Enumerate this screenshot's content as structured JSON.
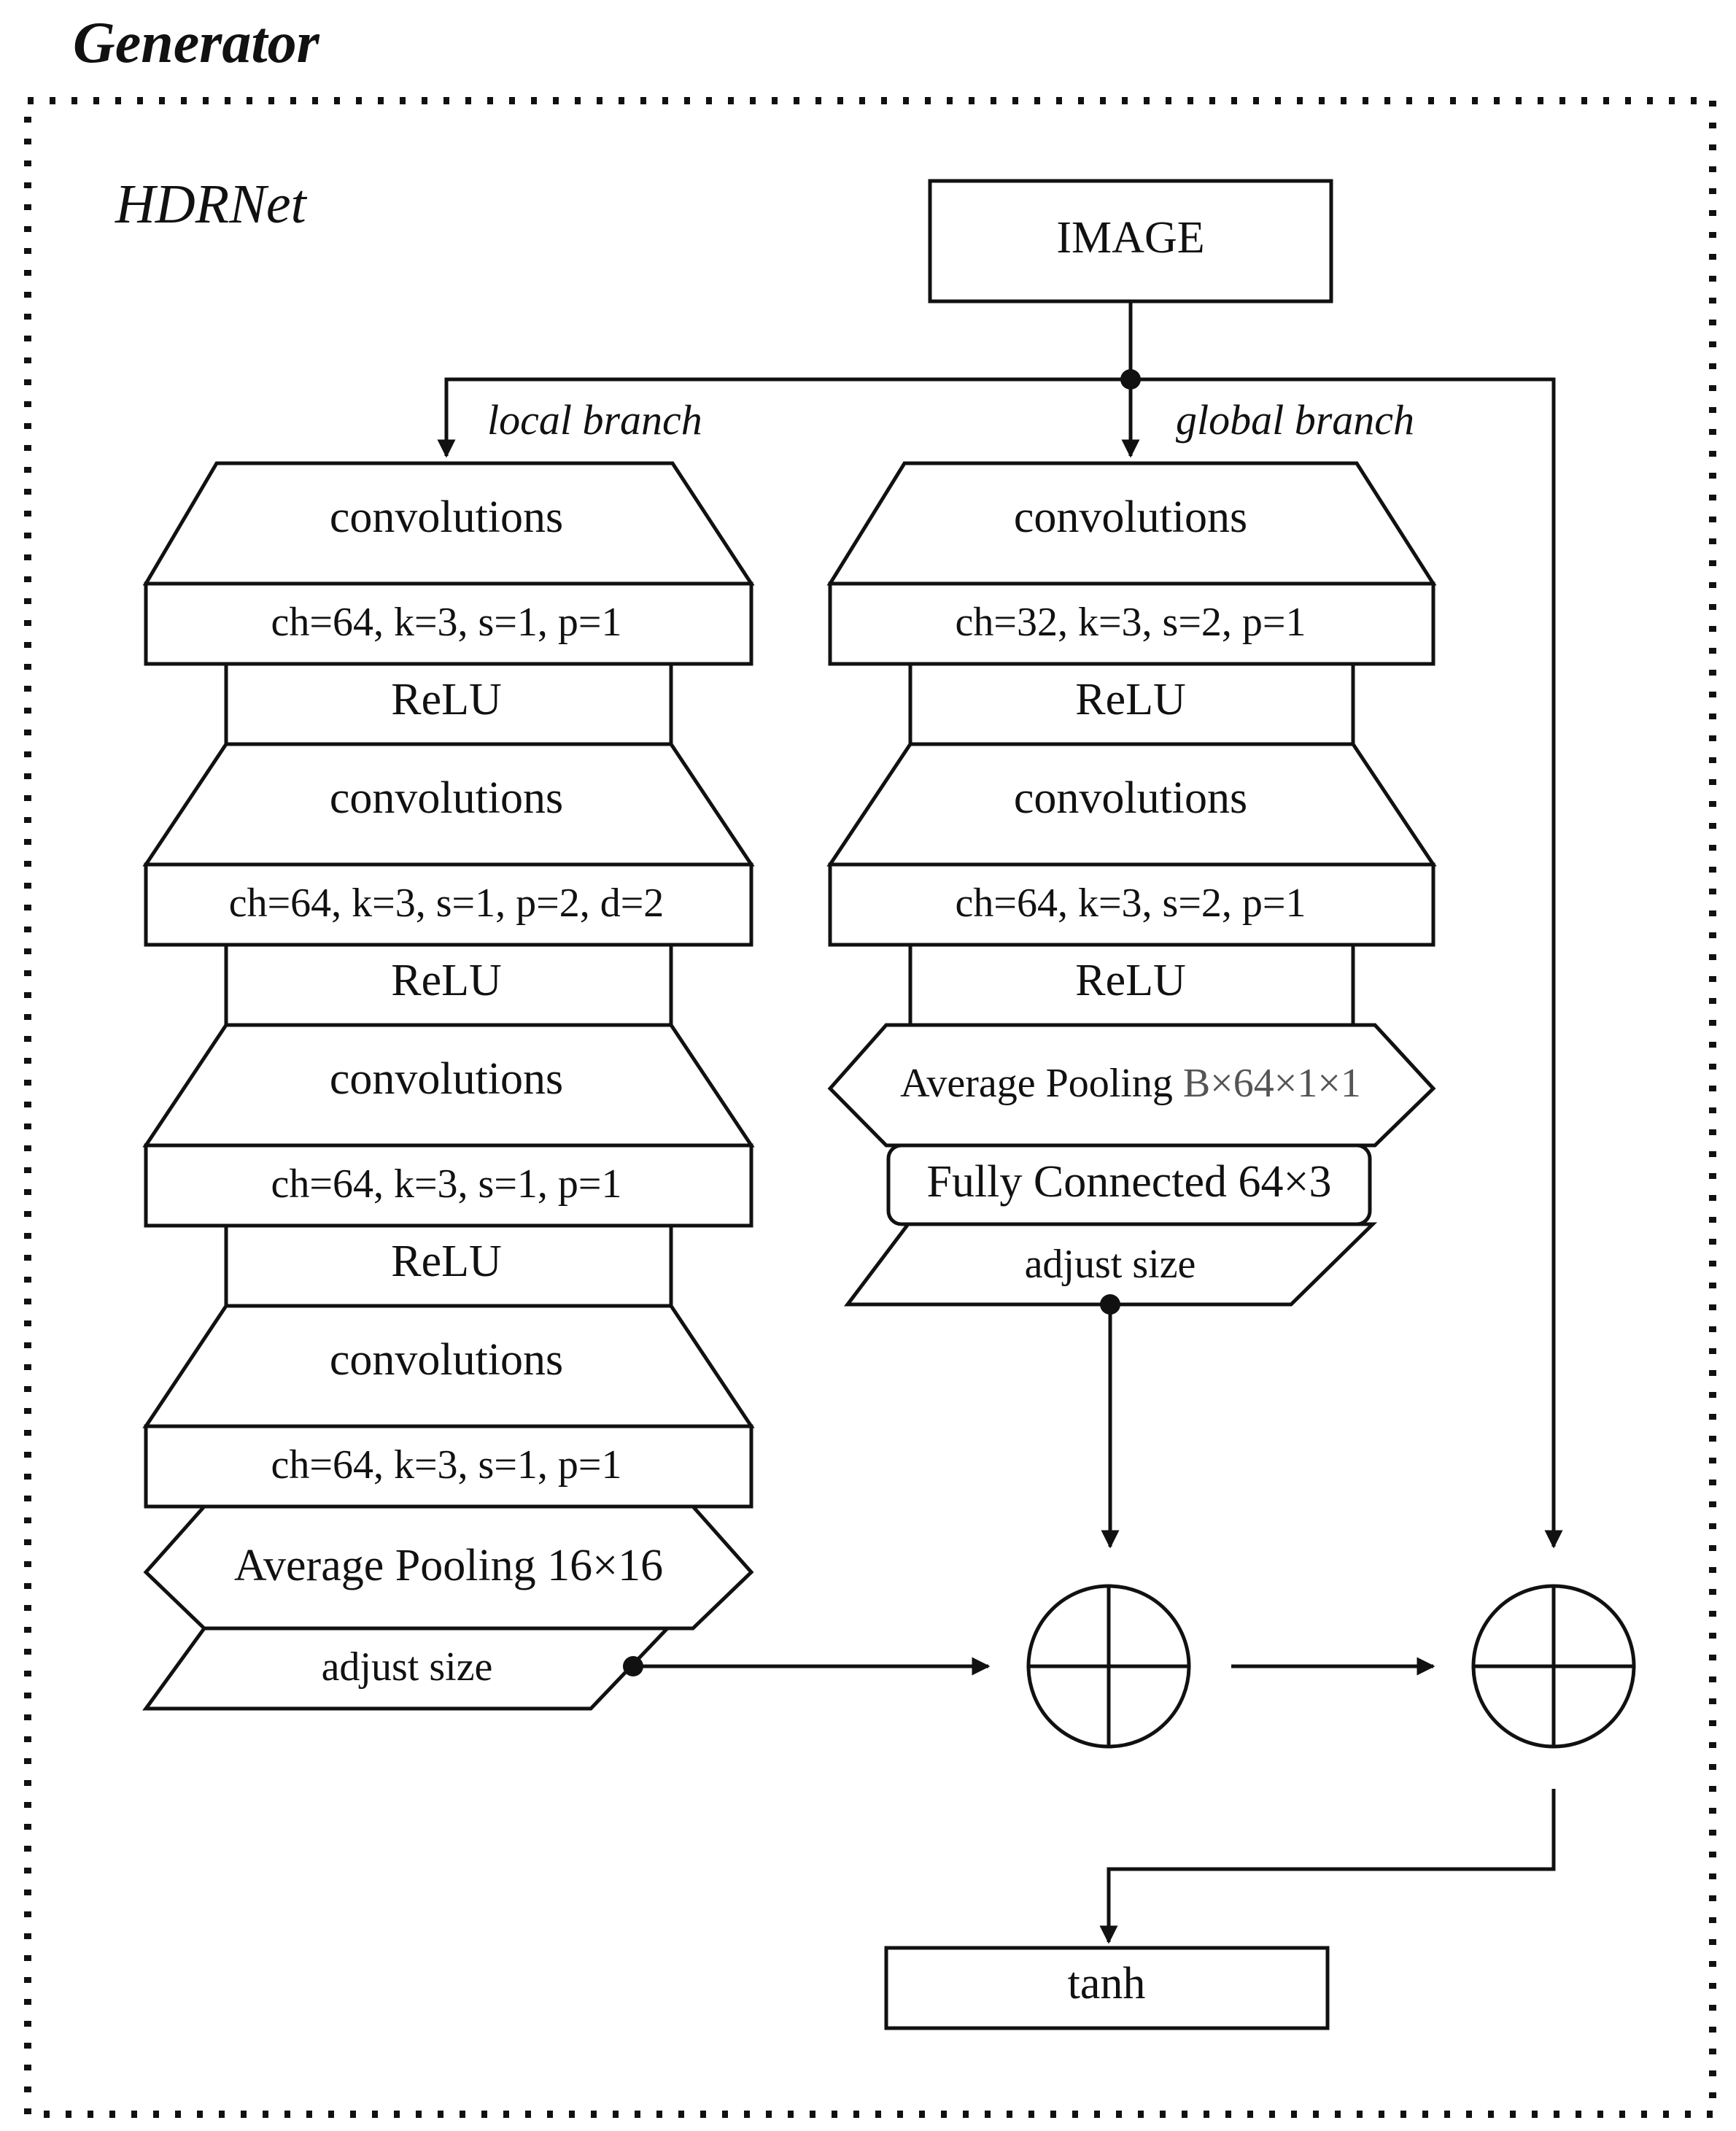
{
  "title": "Generator",
  "subtitle": "HDRNet",
  "input": "IMAGE",
  "output": "tanh",
  "local_branch": {
    "label": "local branch",
    "layers": [
      {
        "op": "convolutions",
        "params": "ch=64, k=3, s=1, p=1",
        "act": "ReLU"
      },
      {
        "op": "convolutions",
        "params": "ch=64, k=3, s=1, p=2, d=2",
        "act": "ReLU"
      },
      {
        "op": "convolutions",
        "params": "ch=64, k=3, s=1, p=1",
        "act": "ReLU"
      },
      {
        "op": "convolutions",
        "params": "ch=64, k=3, s=1, p=1",
        "act": ""
      }
    ],
    "pool": "Average Pooling 16×16",
    "adjust": "adjust size"
  },
  "global_branch": {
    "label": "global branch",
    "layers": [
      {
        "op": "convolutions",
        "params": "ch=32, k=3, s=2, p=1",
        "act": "ReLU"
      },
      {
        "op": "convolutions",
        "params": "ch=64, k=3, s=2, p=1",
        "act": "ReLU"
      }
    ],
    "pool": "Average Pooling",
    "pool_dim": "B×64×1×1",
    "fc": "Fully Connected 64×3",
    "adjust": "adjust size"
  }
}
